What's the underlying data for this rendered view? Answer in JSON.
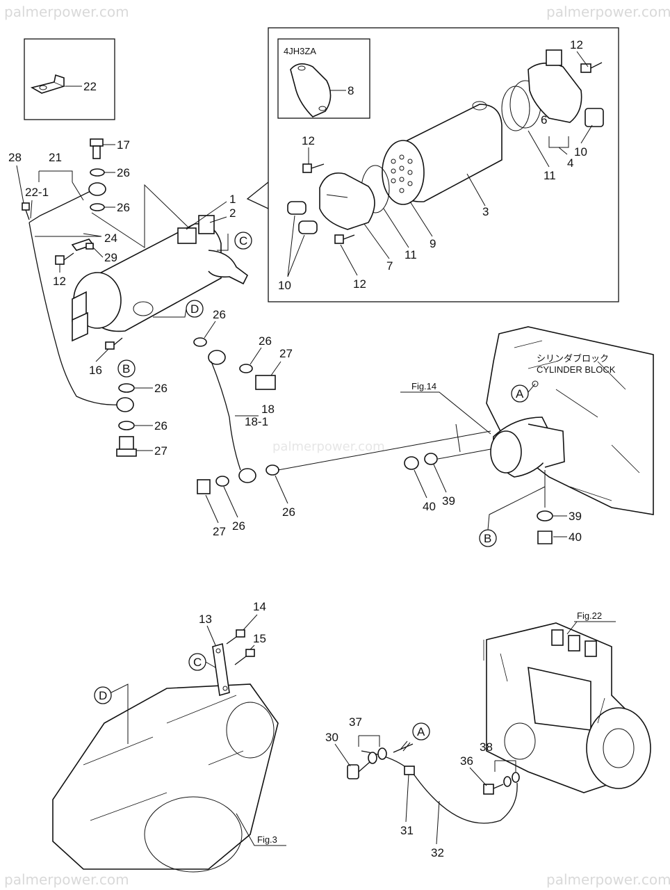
{
  "watermarks": {
    "top_left": "palmerpower.com",
    "top_right": "palmerpower.com",
    "center": "palmerpower.com",
    "bottom_left": "palmerpower.com",
    "bottom_right": "palmerpower.com"
  },
  "inset": {
    "model_label": "4JH3ZA"
  },
  "cylinder_block": {
    "jp": "シリンダブロック",
    "en": "CYLINDER BLOCK"
  },
  "figure_refs": {
    "fig14": "Fig.14",
    "fig22": "Fig.22",
    "fig3": "Fig.3"
  },
  "ref_circles": {
    "A": "A",
    "B": "B",
    "C": "C",
    "D": "D"
  },
  "callouts": {
    "p1": "1",
    "p2": "2",
    "p3": "3",
    "p4": "4",
    "p6": "6",
    "p7": "7",
    "p8": "8",
    "p9": "9",
    "p10": "10",
    "p11": "11",
    "p12": "12",
    "p13": "13",
    "p14": "14",
    "p15": "15",
    "p16": "16",
    "p17": "17",
    "p18": "18",
    "p18_1": "18-1",
    "p21": "21",
    "p22": "22",
    "p22_1": "22-1",
    "p24": "24",
    "p26": "26",
    "p27": "27",
    "p28": "28",
    "p29": "29",
    "p30": "30",
    "p31": "31",
    "p32": "32",
    "p36": "36",
    "p37": "37",
    "p38": "38",
    "p39": "39",
    "p40": "40"
  }
}
